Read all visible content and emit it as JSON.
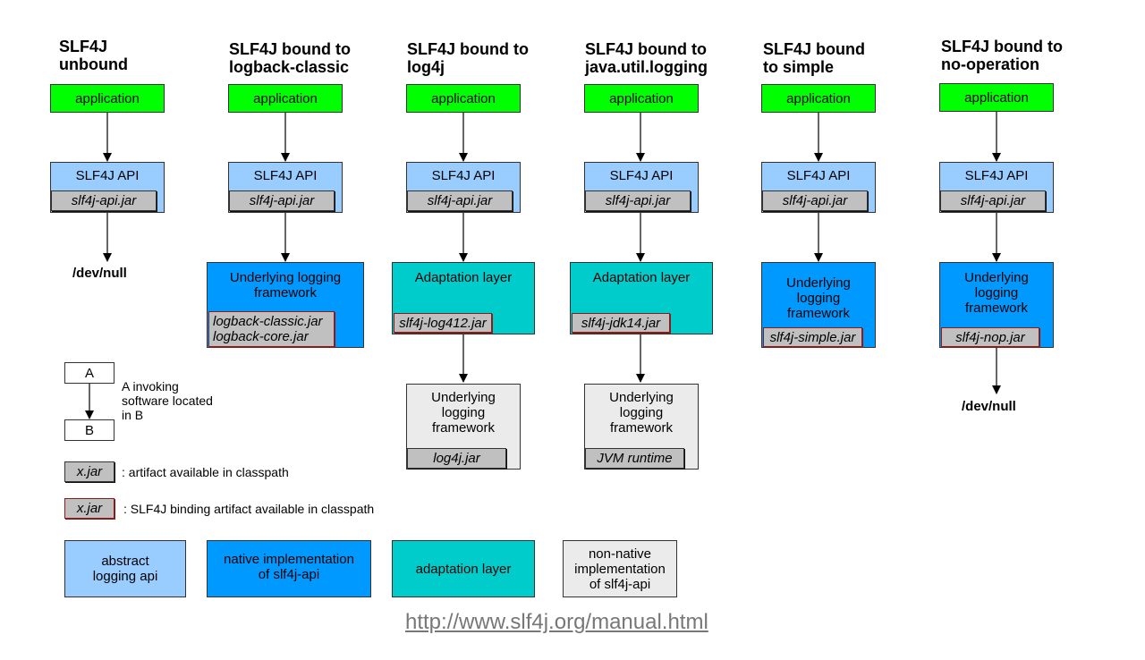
{
  "columns": [
    {
      "title": "SLF4J\nunbound",
      "app": "application",
      "api": "SLF4J API",
      "api_jar": "slf4j-api.jar",
      "end": "/dev/null"
    },
    {
      "title": "SLF4J bound to\nlogback-classic",
      "app": "application",
      "api": "SLF4J API",
      "api_jar": "slf4j-api.jar",
      "fw": "Underlying logging\nframework",
      "fw_jar": "logback-classic.jar\nlogback-core.jar"
    },
    {
      "title": "SLF4J bound to\nlog4j",
      "app": "application",
      "api": "SLF4J API",
      "api_jar": "slf4j-api.jar",
      "adapt": "Adaptation layer",
      "adapt_jar": "slf4j-log412.jar",
      "fw": "Underlying\nlogging\nframework",
      "fw_jar": "log4j.jar"
    },
    {
      "title": "SLF4J bound to\njava.util.logging",
      "app": "application",
      "api": "SLF4J API",
      "api_jar": "slf4j-api.jar",
      "adapt": "Adaptation layer",
      "adapt_jar": "slf4j-jdk14.jar",
      "fw": "Underlying\nlogging\nframework",
      "fw_jar": "JVM runtime"
    },
    {
      "title": "SLF4J bound\nto simple",
      "app": "application",
      "api": "SLF4J API",
      "api_jar": "slf4j-api.jar",
      "fw": "Underlying\nlogging\nframework",
      "fw_jar": "slf4j-simple.jar"
    },
    {
      "title": "SLF4J bound to\nno-operation",
      "app": "application",
      "api": "SLF4J API",
      "api_jar": "slf4j-api.jar",
      "fw": "Underlying\nlogging\nframework",
      "fw_jar": "slf4j-nop.jar",
      "end": "/dev/null"
    }
  ],
  "legend": {
    "a": "A",
    "b": "B",
    "invoke_text": "A invoking\nsoftware located\nin B",
    "artifact_jar": "x.jar",
    "artifact_text": ": artifact available in classpath",
    "binding_jar": "x.jar",
    "binding_text": ": SLF4J binding artifact available in classpath",
    "abstract": "abstract\nlogging api",
    "native": "native implementation\nof slf4j-api",
    "adaptation": "adaptation layer",
    "nonnative": "non-native\nimplementation\nof slf4j-api"
  },
  "colors": {
    "application": "#00ff00",
    "abstract_api": "#99ccff",
    "native": "#0099ff",
    "adaptation": "#00cccc",
    "nonnative": "#ebebeb",
    "jar": "#c0c0c0",
    "binding_border": "#8b1a1a"
  },
  "footer": {
    "url": "http://www.slf4j.org/manual.html"
  }
}
